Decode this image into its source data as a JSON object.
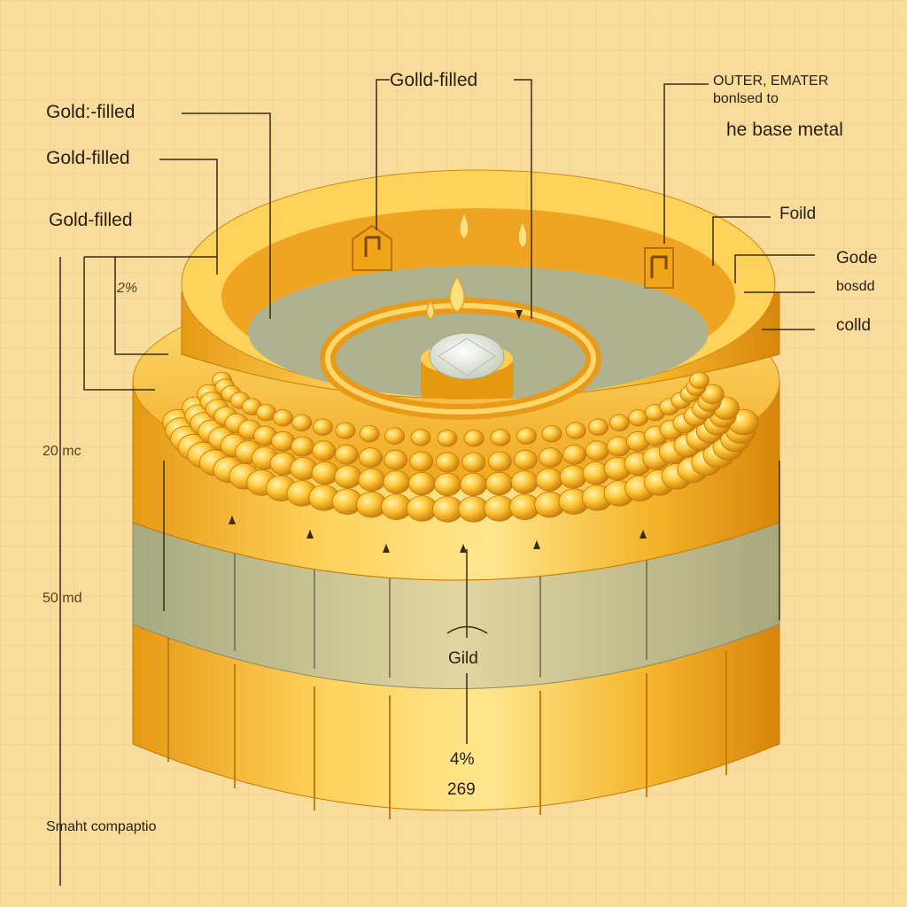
{
  "labels": {
    "left_top": "Gold:-filled",
    "left_mid": "Gold-filled",
    "left_low": "Gold-filled",
    "center_top": "Golld-filled",
    "right_outer_1": "OUTER, EMATER",
    "right_outer_2": "bonlsed to",
    "right_outer_3": "he base  metal",
    "right_foild": "Foild",
    "right_gode": "Gode",
    "right_bosdd": "bosdd",
    "right_colld": "colld",
    "inner_percent": "2%",
    "center_gild": "Gild",
    "bottom_percent": "4%",
    "bottom_num": "269",
    "footer": "Smaht compaptio"
  },
  "dimensions": {
    "upper": "20 mc",
    "lower": "50 md"
  },
  "icons": [
    "tag-icon",
    "tag-icon",
    "droplet-icon",
    "gem-icon"
  ],
  "colors": {
    "background": "#f8dc9c",
    "gold_light": "#ffd86a",
    "gold_mid": "#f3b026",
    "gold_dark": "#d88a10",
    "band_green": "#b7b68c",
    "line": "#3a2a14"
  }
}
